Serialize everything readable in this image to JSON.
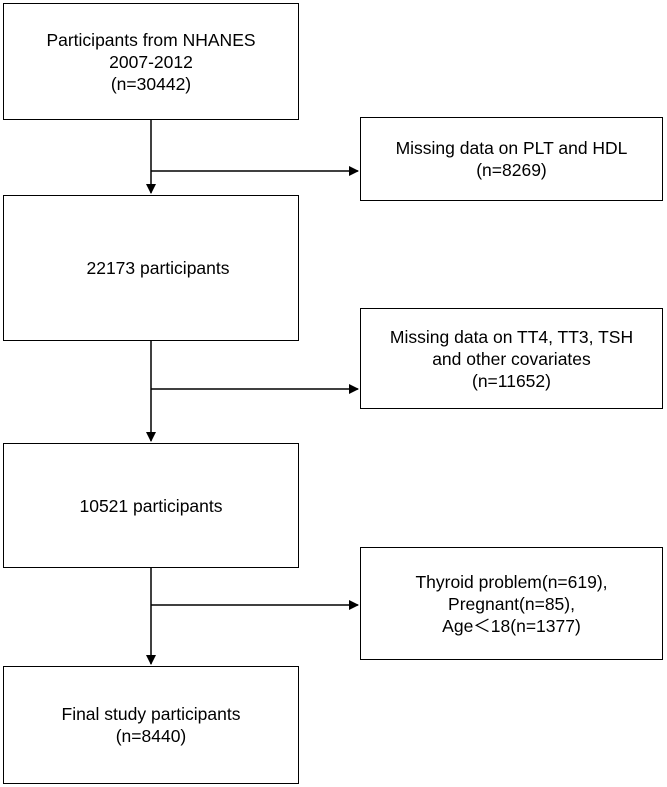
{
  "flowchart": {
    "main_steps": [
      {
        "lines": [
          "Participants from NHANES",
          "2007-2012",
          "(n=30442)"
        ]
      },
      {
        "lines": [
          "22173 participants"
        ]
      },
      {
        "lines": [
          "10521 participants"
        ]
      },
      {
        "lines": [
          "Final study participants",
          "(n=8440)"
        ]
      }
    ],
    "exclusions": [
      {
        "lines": [
          "Missing data on PLT and HDL",
          "(n=8269)"
        ]
      },
      {
        "lines": [
          "Missing data on TT4, TT3, TSH",
          "and other covariates",
          "(n=11652)"
        ]
      },
      {
        "lines": [
          "Thyroid problem(n=619),",
          "Pregnant(n=85),",
          "Age＜18(n=1377)"
        ]
      }
    ]
  },
  "colors": {
    "line": "#000000",
    "background": "#ffffff"
  }
}
